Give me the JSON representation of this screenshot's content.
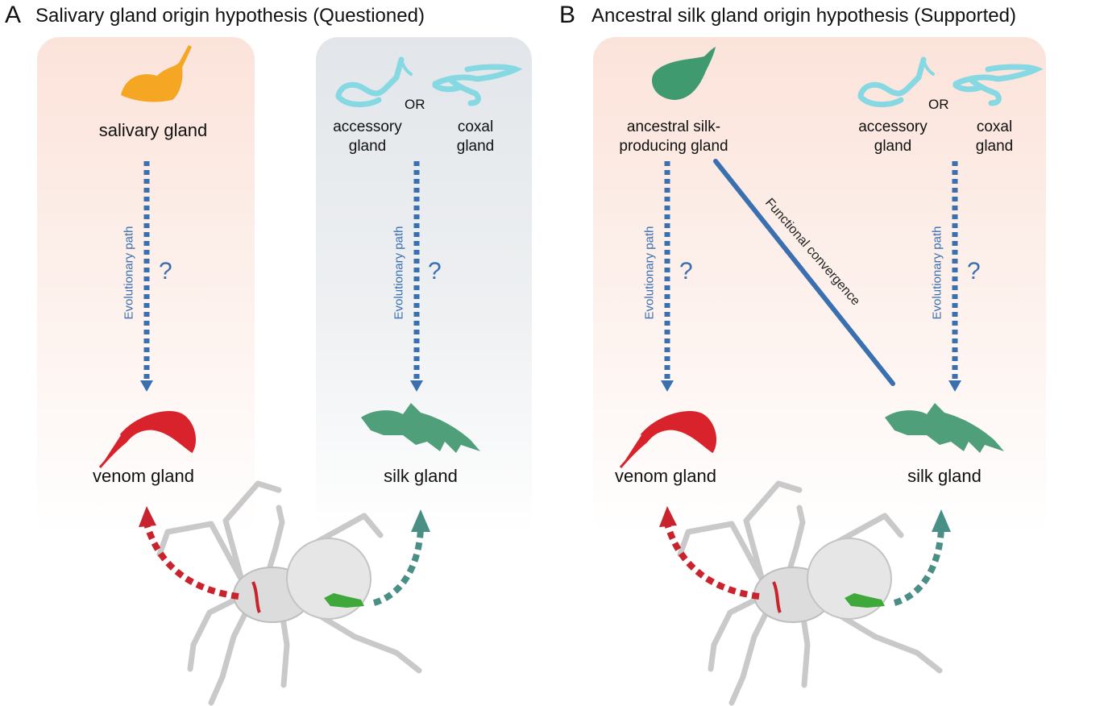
{
  "panel_a": {
    "letter": "A",
    "title": "Salivary gland origin hypothesis (Questioned)",
    "or_text": "OR",
    "top_left_label": "salivary gland",
    "top_right_labels": [
      "accessory\ngland",
      "coxal\ngland"
    ],
    "bottom_left_label": "venom gland",
    "bottom_right_label": "silk gland",
    "path_label": "Evolutionary path",
    "question": "?"
  },
  "panel_b": {
    "letter": "B",
    "title": "Ancestral silk gland origin hypothesis (Supported)",
    "or_text": "OR",
    "top_left_label": "ancestral silk-\nproducing gland",
    "top_right_labels": [
      "accessory\ngland",
      "coxal\ngland"
    ],
    "bottom_left_label": "venom gland",
    "bottom_right_label": "silk gland",
    "path_label": "Evolutionary path",
    "question": "?",
    "convergence_label": "Functional convergence"
  },
  "colors": {
    "salivary": "#f5a623",
    "accessory_coxal": "#86d8e2",
    "venom": "#d8232c",
    "silk": "#4fa07a",
    "ancestral": "#3f9a70",
    "arrow_blue": "#3a6fb0",
    "arrow_red": "#c9242d",
    "arrow_teal": "#4a8f86"
  }
}
